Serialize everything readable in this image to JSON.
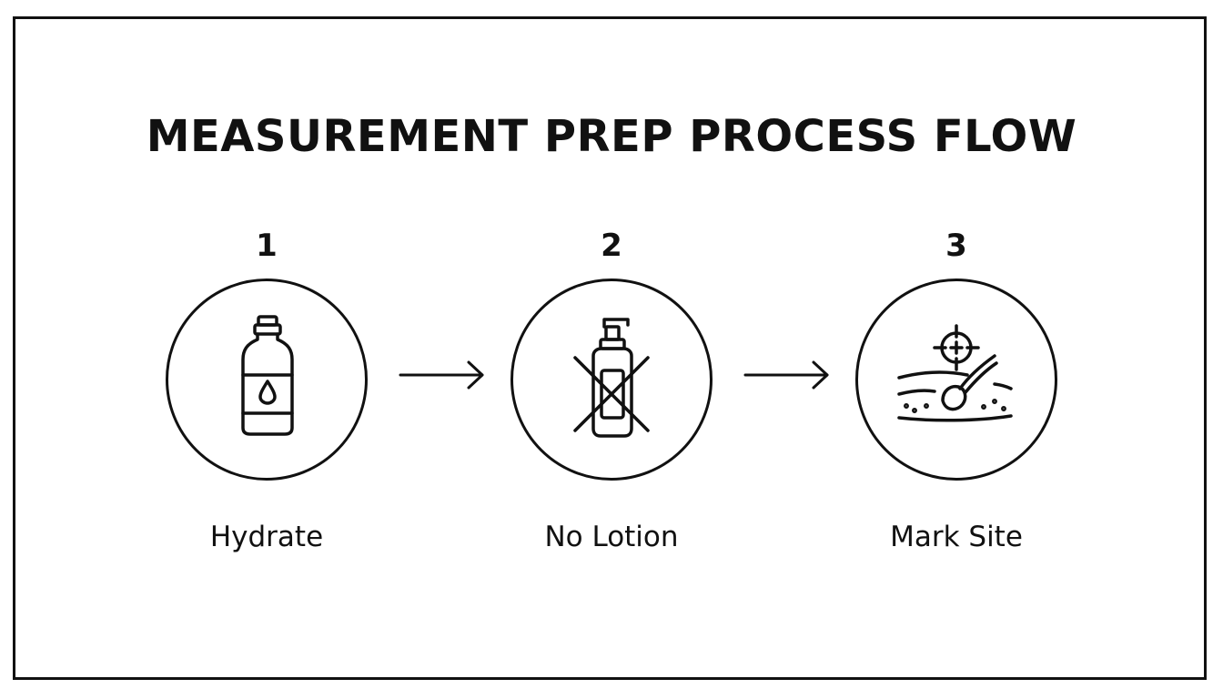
{
  "title": "MEASUREMENT PREP PROCESS FLOW",
  "steps": [
    {
      "number": "1",
      "label": "Hydrate",
      "icon": "water-bottle-icon"
    },
    {
      "number": "2",
      "label": "No Lotion",
      "icon": "no-lotion-icon"
    },
    {
      "number": "3",
      "label": "Mark Site",
      "icon": "mark-site-target-icon"
    }
  ],
  "colors": {
    "stroke": "#111111",
    "background": "#ffffff"
  }
}
